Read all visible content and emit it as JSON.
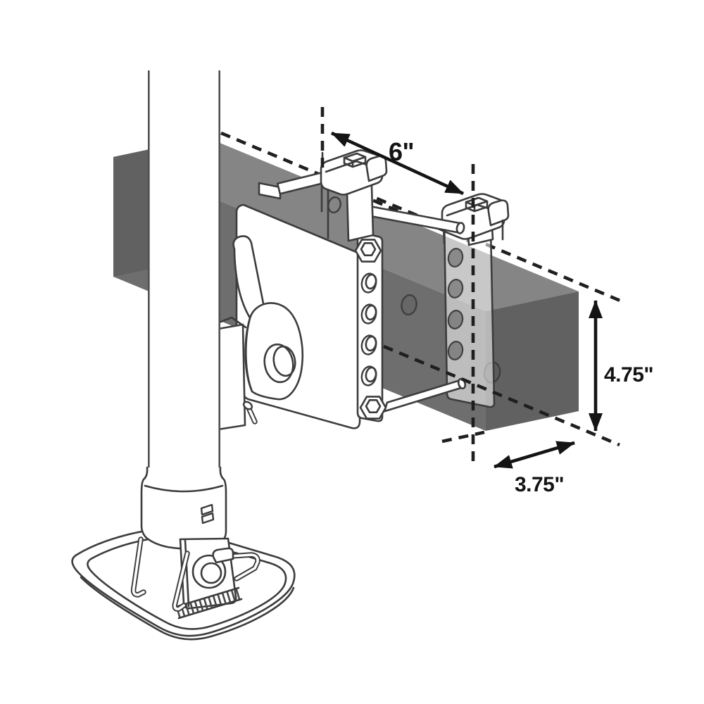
{
  "diagram": {
    "dimension_labels": {
      "clamp_spacing": "6\"",
      "beam_height": "4.75\"",
      "beam_width": "3.75\""
    },
    "colors": {
      "background": "#ffffff",
      "beam_top": "#858585",
      "beam_front": "#6e6e6e",
      "beam_end": "#616161",
      "outline": "#3c3c3c",
      "dash_line": "#1f1f1f",
      "dimension": "#141414"
    }
  }
}
